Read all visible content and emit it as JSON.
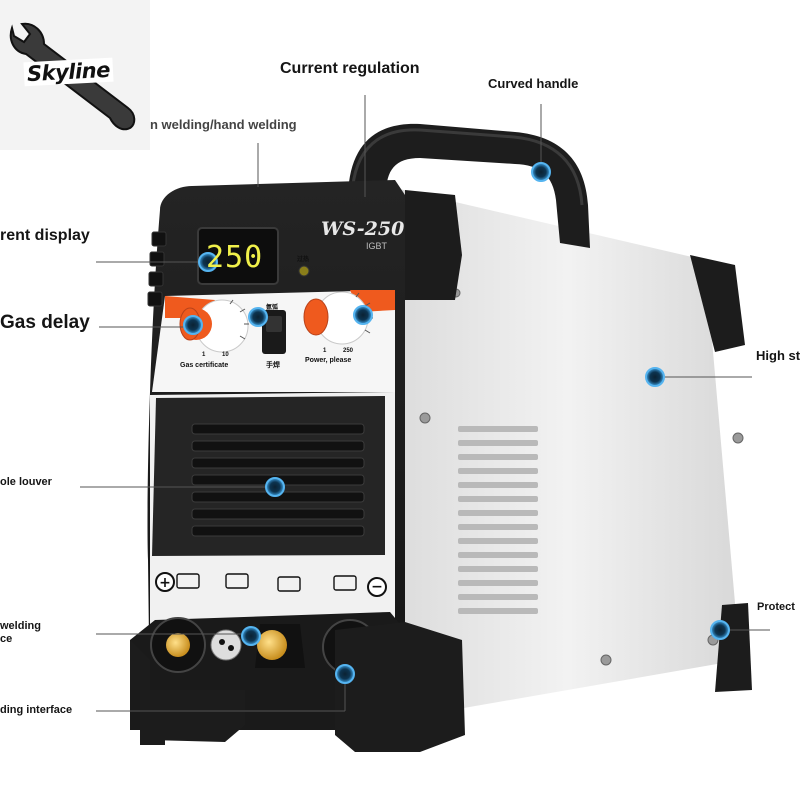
{
  "logo": {
    "brand": "Skyline"
  },
  "device": {
    "model": "WS-250",
    "type": "IGBT",
    "display_value": "250",
    "panel": {
      "indicator_label": "过热",
      "switch_label": "氩弧",
      "switch_label_bottom": "手焊",
      "left_knob_label": "Gas certificate",
      "right_knob_label": "Power, please",
      "left_knob_scale": [
        "1",
        "10"
      ],
      "right_knob_scale": [
        "1",
        "250"
      ]
    }
  },
  "callouts": {
    "current_regulation": "Current regulation",
    "curved_handle": "Curved handle",
    "mode_switch": "n welding/hand welding",
    "current_display": "rent display",
    "gas_delay": "Gas delay",
    "high_strength": "High st",
    "louver": "ole louver",
    "welding_interface": "welding\nce",
    "protect": "Protect",
    "bottom_interface": "ding interface"
  },
  "colors": {
    "accent_orange": "#ef5a1e",
    "body_white": "#e8e8e8",
    "body_black": "#1b1b1b",
    "callout_dot": "#1c78b8"
  }
}
